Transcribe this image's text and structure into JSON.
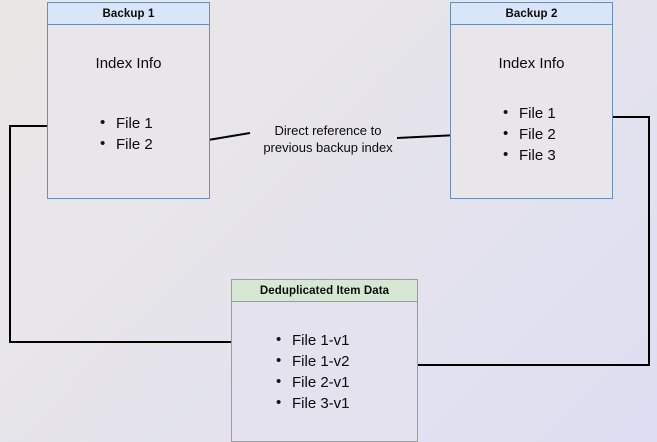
{
  "diagram": {
    "title_hidden": "",
    "background": {
      "gradient_from": "#e9e6e6",
      "gradient_to": "#dedef2"
    },
    "nodes": [
      {
        "id": "backup1",
        "header": "Backup 1",
        "section_label": "Index Info",
        "border_color": "#6c8ebf",
        "header_fill": "#d9e6fa",
        "body_fill": "#e8e6e8",
        "items": [
          "File 1",
          "File 2"
        ]
      },
      {
        "id": "backup2",
        "header": "Backup 2",
        "section_label": "Index Info",
        "border_color": "#6c8ebf",
        "header_fill": "#d9e6fa",
        "body_fill": "#e8e6e8",
        "items": [
          "File 1",
          "File 2",
          "File 3"
        ]
      },
      {
        "id": "dedup",
        "header": "Deduplicated Item Data",
        "section_label": "",
        "border_color": "#82b366",
        "header_fill": "#d5e8d4",
        "body_fill": "#e3e2ee",
        "items": [
          "File 1-v1",
          "File 1-v2",
          "File 2-v1",
          "File 3-v1"
        ]
      }
    ],
    "annotation": {
      "line1": "Direct reference to",
      "line2": "previous backup index"
    },
    "edges": [
      {
        "name": "backup2-index-to-backup1-index",
        "from": "backup2.File 2",
        "to": "backup1.File 2",
        "arrow": "end",
        "color": "#000000"
      },
      {
        "name": "backup1-file1-to-dedup-file1v1",
        "from": "backup1.File 1",
        "to": "dedup.File 1-v1",
        "arrow": "end",
        "color": "#000000"
      },
      {
        "name": "backup2-file1-to-dedup-file1v2",
        "from": "backup2.File 1",
        "to": "dedup.File 1-v2",
        "arrow": "end",
        "color": "#000000"
      }
    ]
  }
}
